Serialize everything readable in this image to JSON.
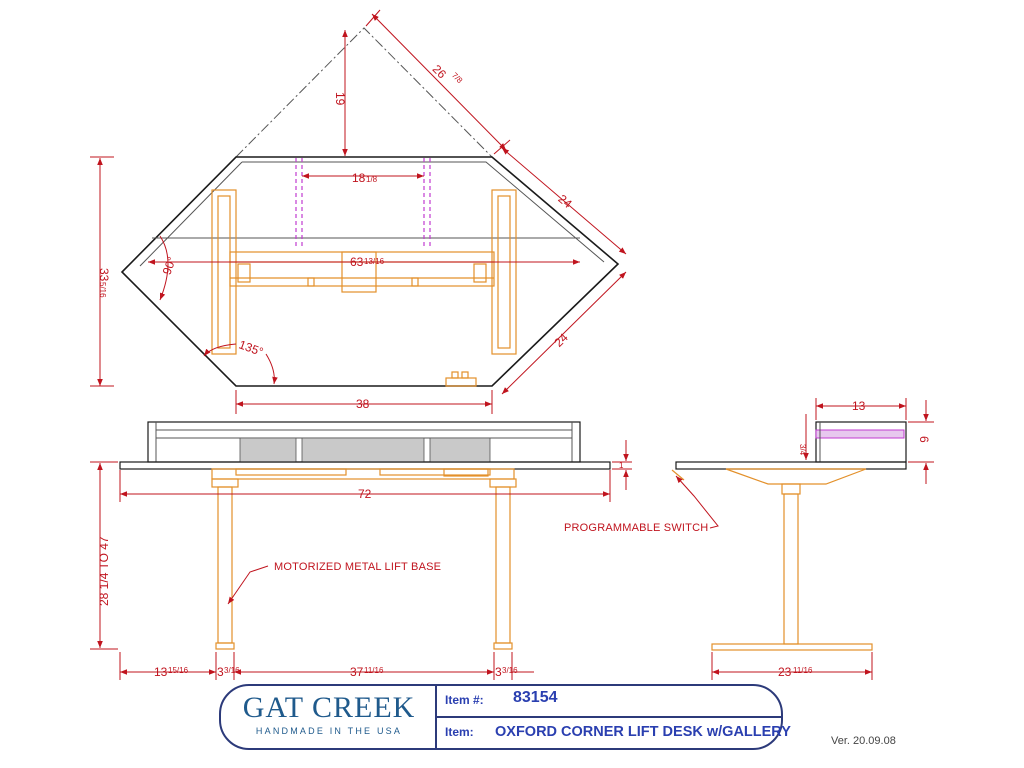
{
  "dimensions": {
    "corner_diagonal": "26",
    "corner_diagonal_fraction": "7/8",
    "corner_depth": "19",
    "gallery_span": "18",
    "gallery_span_fraction": "1/8",
    "right_side_upper": "24",
    "right_side_lower": "24",
    "overall_depth": "33",
    "overall_depth_fraction": "5/16",
    "inner_width": "63",
    "inner_width_fraction": "13/16",
    "angle_90": "90°",
    "angle_135": "135°",
    "front_width": "38",
    "overall_width": "72",
    "height_range": "28 1/4 TO 47",
    "left_overhang": "13",
    "left_overhang_fraction": "15/16",
    "leg_width_left": "3",
    "leg_width_left_fraction": "3/16",
    "leg_span": "37",
    "leg_span_fraction": "11/16",
    "leg_width_right": "3",
    "leg_width_right_fraction": "3/16",
    "gallery_depth": "13",
    "gallery_height": "6",
    "gallery_thickness": "3/4",
    "top_thickness": "1",
    "foot_length": "23",
    "foot_length_fraction": "11/16"
  },
  "notes": {
    "lift_base": "MOTORIZED METAL LIFT BASE",
    "switch": "PROGRAMMABLE SWITCH"
  },
  "title_block": {
    "brand_name": "GAT CREEK",
    "brand_tagline": "HANDMADE IN THE USA",
    "item_number_label": "Item #:",
    "item_number": "83154",
    "item_label": "Item:",
    "item_name": "OXFORD CORNER LIFT DESK w/GALLERY"
  },
  "version": "Ver. 20.09.08",
  "colors": {
    "dimension": "#c0141e",
    "base_frame": "#e3902a",
    "desk_outline": "#1a1a1a",
    "gallery_dividers": "#c03bd0",
    "title_block": "#2c3a7a"
  }
}
